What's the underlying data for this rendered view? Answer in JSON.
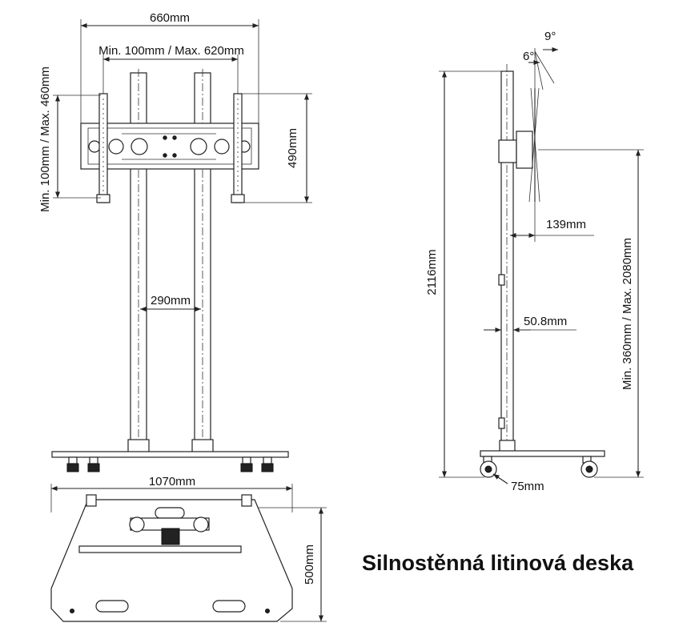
{
  "caption": "Silnostěnná litinová deska",
  "front_view": {
    "width_overall": "660mm",
    "bracket_range": "Min. 100mm / Max. 620mm",
    "vertical_range": "Min. 100mm / Max. 460mm",
    "plate_height": "490mm",
    "pole_spacing": "290mm"
  },
  "base_view": {
    "length": "1070mm",
    "depth": "500mm"
  },
  "side_view": {
    "tilt_up": "9°",
    "tilt_down": "6°",
    "total_height": "2116mm",
    "wall_offset": "139mm",
    "pole_diameter": "50.8mm",
    "height_range": "Min. 360mm / Max. 2080mm",
    "wheel_diameter": "75mm"
  }
}
